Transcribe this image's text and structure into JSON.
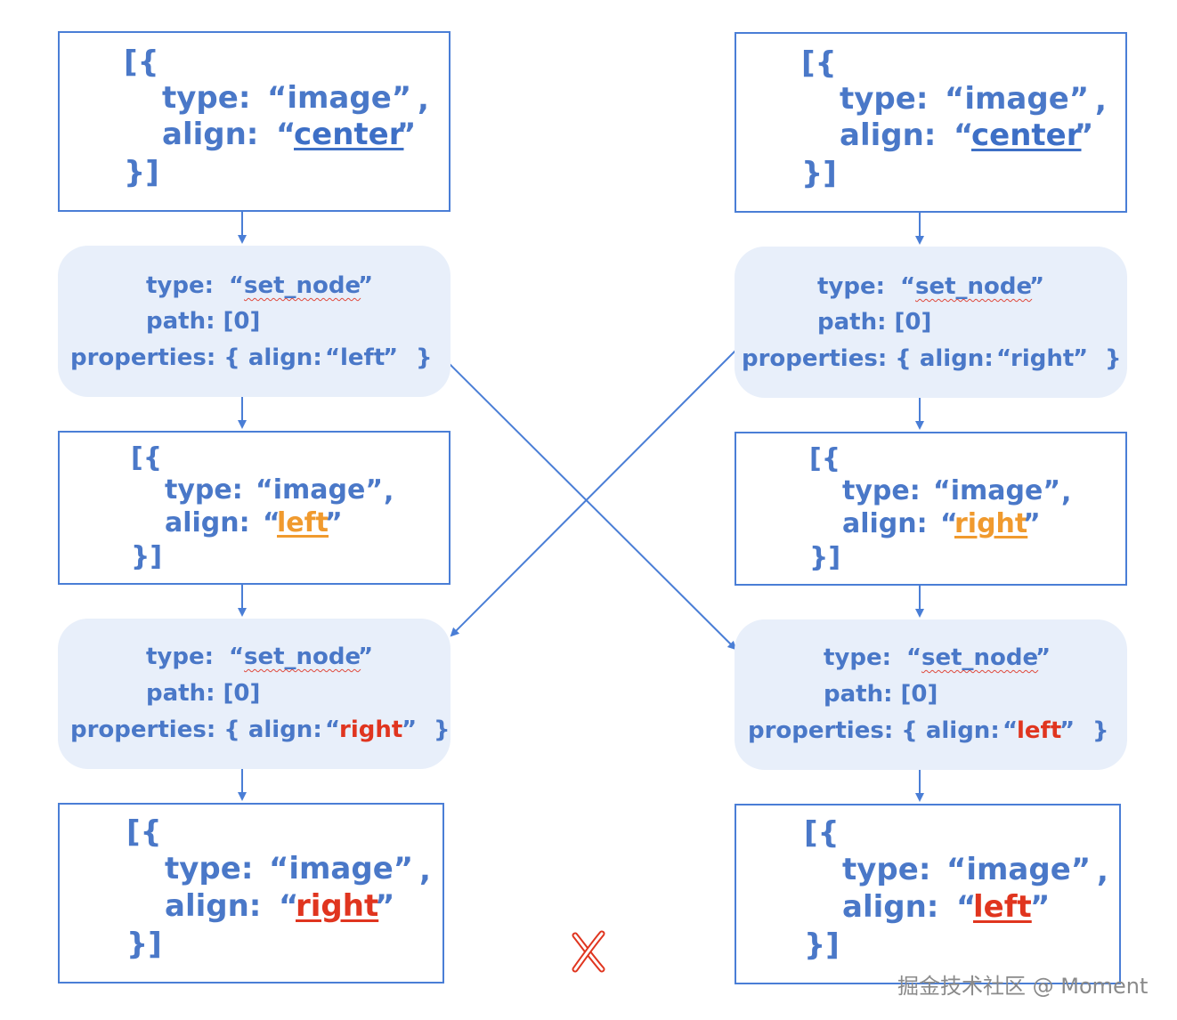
{
  "doc_left_initial": {
    "open": "[{",
    "type_key": "type:",
    "type_val": "“image”",
    "comma": ",",
    "align_key": "align:",
    "quote_open": "“",
    "align_val": "center",
    "quote_close": "”",
    "close": "}]"
  },
  "doc_right_initial": {
    "open": "[{",
    "type_key": "type:",
    "type_val": "“image”",
    "comma": ",",
    "align_key": "align:",
    "quote_open": "“",
    "align_val": "center",
    "quote_close": "”",
    "close": "}]"
  },
  "op_left_1": {
    "type_key": "type:",
    "type_q1": "“",
    "type_val": "set_node",
    "type_q2": "”",
    "path": "path: [0]",
    "props_prefix": "properties: { align:",
    "props_q1": "“",
    "props_val": "left",
    "props_q2": "”",
    "props_close": "}"
  },
  "op_right_1": {
    "type_key": "type:",
    "type_q1": "“",
    "type_val": "set_node",
    "type_q2": "”",
    "path": "path: [0]",
    "props_prefix": "properties: { align:",
    "props_q1": "“",
    "props_val": "right",
    "props_q2": "”",
    "props_close": "}"
  },
  "doc_left_mid": {
    "open": "[{",
    "type_key": "type:",
    "type_val": "“image”",
    "comma": ",",
    "align_key": "align:",
    "quote_open": "“",
    "align_val": "left",
    "quote_close": "”",
    "close": "}]"
  },
  "doc_right_mid": {
    "open": "[{",
    "type_key": "type:",
    "type_val": "“image”",
    "comma": ",",
    "align_key": "align:",
    "quote_open": "“",
    "align_val": "right",
    "quote_close": "”",
    "close": "}]"
  },
  "op_left_2": {
    "type_key": "type:",
    "type_q1": "“",
    "type_val": "set_node",
    "type_q2": "”",
    "path": "path: [0]",
    "props_prefix": "properties: { align:",
    "props_q1": "“",
    "props_val": "right",
    "props_q2": "”",
    "props_close": "}"
  },
  "op_right_2": {
    "type_key": "type:",
    "type_q1": "“",
    "type_val": "set_node",
    "type_q2": "”",
    "path": "path: [0]",
    "props_prefix": "properties: { align:",
    "props_q1": "“",
    "props_val": "left",
    "props_q2": "”",
    "props_close": "}"
  },
  "doc_left_final": {
    "open": "[{",
    "type_key": "type:",
    "type_val": "“image”",
    "comma": ",",
    "align_key": "align:",
    "quote_open": "“",
    "align_val": "right",
    "quote_close": "”",
    "close": "}]"
  },
  "doc_right_final": {
    "open": "[{",
    "type_key": "type:",
    "type_val": "“image”",
    "comma": ",",
    "align_key": "align:",
    "quote_open": "“",
    "align_val": "left",
    "quote_close": "”",
    "close": "}]"
  },
  "watermark": "掘金技术社区 @ Moment",
  "colors": {
    "blue": "#4a78c8",
    "border": "#4a7ed6",
    "op_fill": "#e8effa",
    "orange": "#f09a2e",
    "red": "#e0351f"
  },
  "icons": {
    "conflict_mark": "x-mark-icon"
  }
}
